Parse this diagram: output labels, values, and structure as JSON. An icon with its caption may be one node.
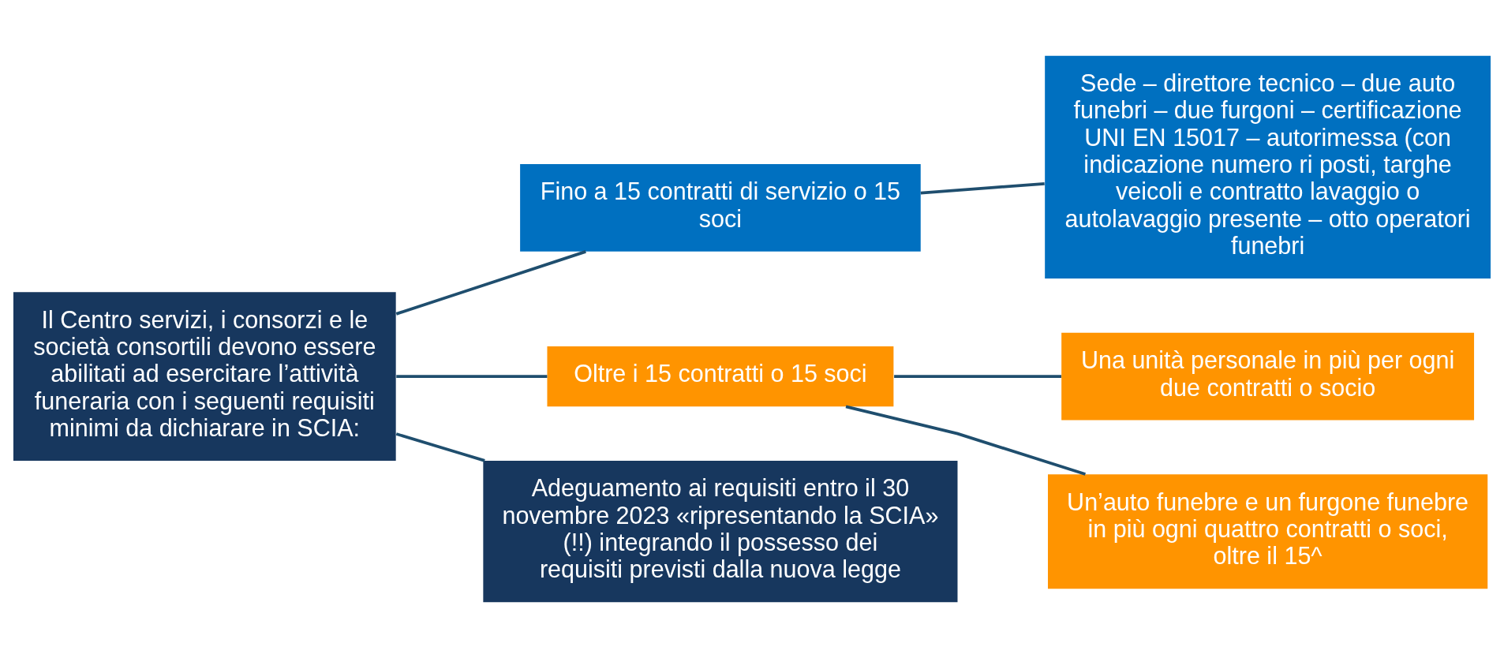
{
  "diagram": {
    "nodes": [
      {
        "text": [
          "Il Centro servizi, i consorzi e le società consortili devono essere abilitati ad esercitare l’attività funeraria con i seguenti requisiti minimi da dichiarare in SCIA:"
        ]
      },
      {
        "text": [
          "Fino a 15 contratti di servizio o 15 soci"
        ]
      },
      {
        "text": [
          "Sede – direttore tecnico – due auto funebri – due furgoni – certificazione UNI EN 15017 – autorimessa (con indicazione numero ri posti, targhe veicoli e contratto lavaggio o autolavaggio presente – otto operatori funebri"
        ]
      },
      {
        "text": [
          "Oltre i 15 contratti o 15 soci"
        ]
      },
      {
        "text": [
          "Una unità personale in più per ogni due contratti o socio"
        ]
      },
      {
        "text": [
          "Un’auto funebre e un furgone funebre in più ogni quattro contratti o soci, oltre il 15^"
        ]
      },
      {
        "text": [
          "Adeguamento ai requisiti entro il 30 novembre 2023 «ripresentando la SCIA» (!!) integrando il possesso dei requisiti previsti dalla nuova legge"
        ]
      }
    ],
    "edges": [
      {
        "from": 0,
        "to": 1,
        "arrow": "none"
      },
      {
        "from": 0,
        "to": 3,
        "arrow": "none"
      },
      {
        "from": 0,
        "to": 6,
        "arrow": "none"
      },
      {
        "from": 1,
        "to": 2,
        "arrow": "none"
      },
      {
        "from": 3,
        "to": 4,
        "arrow": "none"
      },
      {
        "from": 3,
        "to": 5,
        "arrow": "none"
      }
    ]
  }
}
